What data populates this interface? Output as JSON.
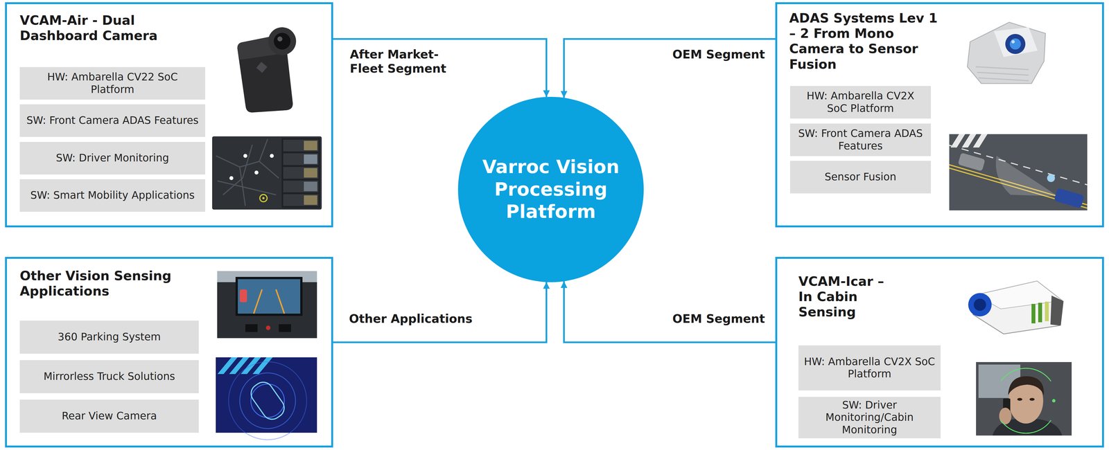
{
  "diagram": {
    "nodes": [
      {
        "text": [
          "VCAM-Air - Dual Dashboard Camera"
        ]
      },
      {
        "text": [
          "HW: Ambarella CV22 SoC Platform"
        ],
        "in": 0
      },
      {
        "text": [
          "SW: Front Camera ADAS Features"
        ],
        "in": 0
      },
      {
        "text": [
          "SW: Driver Monitoring"
        ],
        "in": 0
      },
      {
        "text": [
          "SW: Smart Mobility Applications"
        ],
        "in": 0
      },
      {
        "text": [
          "ADAS Systems Lev 1 – 2 From Mono Camera to Sensor Fusion"
        ]
      },
      {
        "text": [
          "HW: Ambarella CV2X SoC Platform"
        ],
        "in": 5
      },
      {
        "text": [
          "SW: Front Camera ADAS Features"
        ],
        "in": 5
      },
      {
        "text": [
          "Sensor Fusion"
        ],
        "in": 5
      },
      {
        "text": [
          "Varroc Vision Processing Platform"
        ]
      },
      {
        "text": [
          "Other Vision Sensing Applications"
        ]
      },
      {
        "text": [
          "360 Parking System"
        ],
        "in": 10
      },
      {
        "text": [
          "Mirrorless Truck Solutions"
        ],
        "in": 10
      },
      {
        "text": [
          "Rear View Camera"
        ],
        "in": 10
      },
      {
        "text": [
          "VCAM-Icar – In Cabin Sensing"
        ]
      },
      {
        "text": [
          "HW: Ambarella CV2X SoC Platform"
        ],
        "in": 14
      },
      {
        "text": [
          "SW: Driver Monitoring/Cabin Monitoring"
        ],
        "in": 14
      }
    ],
    "edges": [
      {
        "from": 0,
        "to": 9,
        "label": "After Market- Fleet Segment",
        "arrow": "to"
      },
      {
        "from": 5,
        "to": 9,
        "label": "OEM Segment",
        "arrow": "to"
      },
      {
        "from": 10,
        "to": 9,
        "label": "Other Applications",
        "arrow": "to"
      },
      {
        "from": 14,
        "to": 9,
        "label": "OEM Segment",
        "arrow": "to"
      }
    ]
  }
}
